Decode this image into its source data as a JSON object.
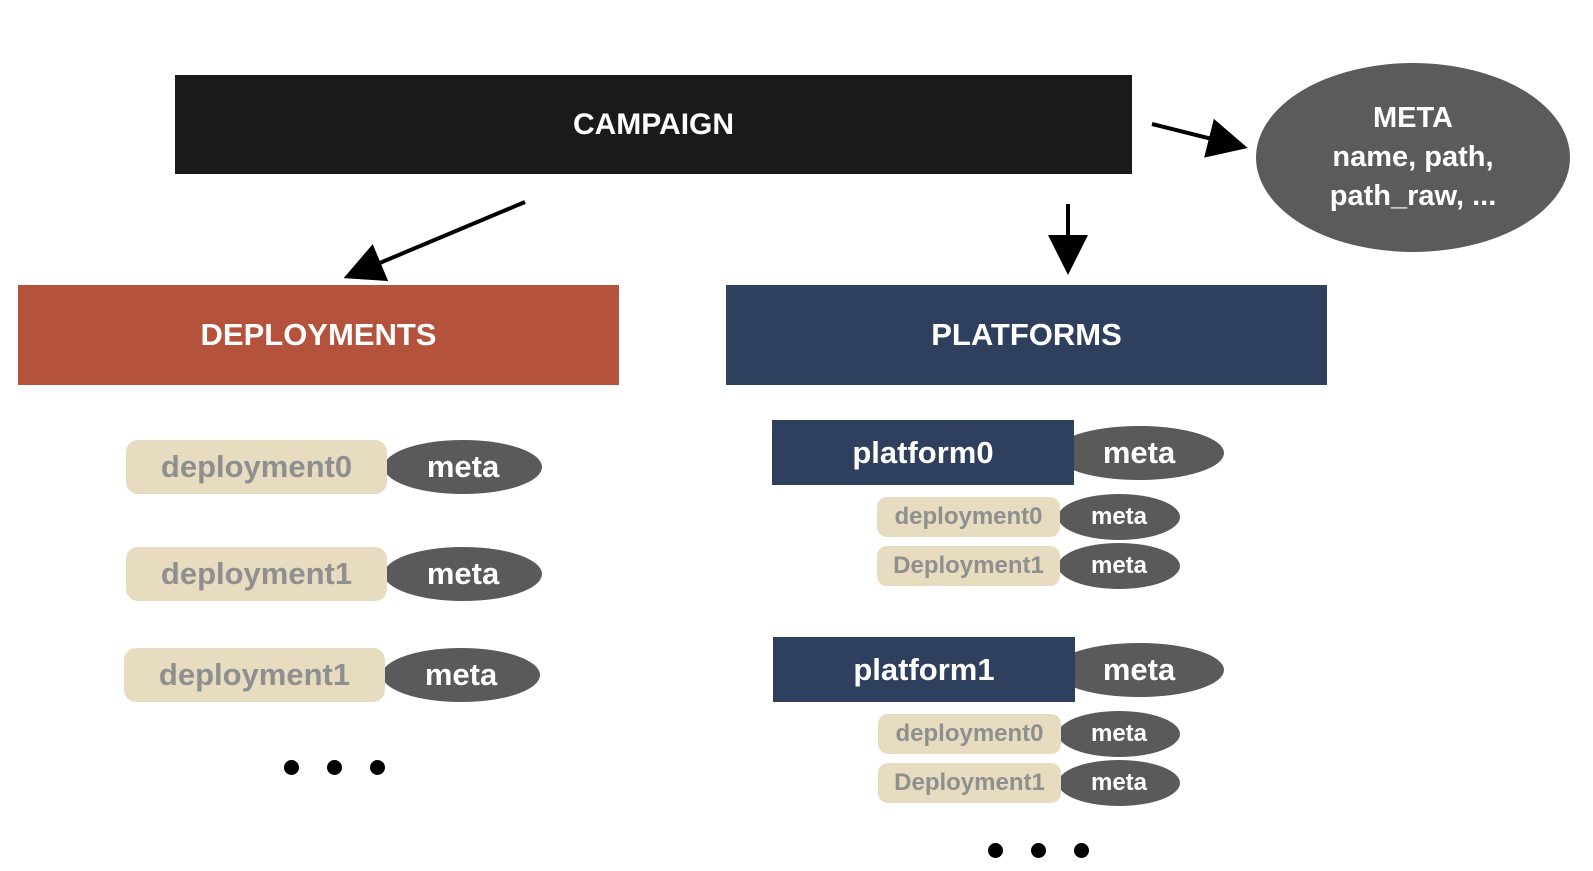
{
  "campaign": {
    "label": "CAMPAIGN"
  },
  "campaign_meta": {
    "lines": [
      "META",
      "name, path,",
      "path_raw, ..."
    ]
  },
  "deployments": {
    "header": "DEPLOYMENTS",
    "items": [
      {
        "label": "deployment0",
        "meta": "meta"
      },
      {
        "label": "deployment1",
        "meta": "meta"
      },
      {
        "label": "deployment1",
        "meta": "meta"
      }
    ],
    "more": "..."
  },
  "platforms": {
    "header": "PLATFORMS",
    "items": [
      {
        "label": "platform0",
        "meta": "meta",
        "deployments": [
          {
            "label": "deployment0",
            "meta": "meta"
          },
          {
            "label": "Deployment1",
            "meta": "meta"
          }
        ]
      },
      {
        "label": "platform1",
        "meta": "meta",
        "deployments": [
          {
            "label": "deployment0",
            "meta": "meta"
          },
          {
            "label": "Deployment1",
            "meta": "meta"
          }
        ]
      }
    ],
    "more": "..."
  },
  "colors": {
    "campaign": "#1a1a1a",
    "deployments": "#b5523b",
    "platforms": "#2f3f5e",
    "meta": "#5a5a5a",
    "deployment_pill": "#e8dcc0"
  }
}
